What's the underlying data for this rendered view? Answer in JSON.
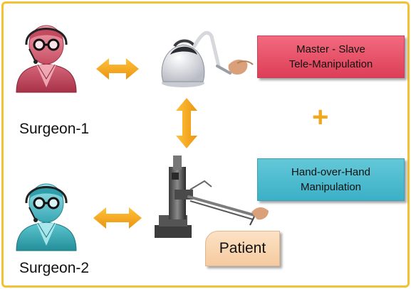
{
  "surgeons": [
    {
      "label": "Surgeon-1",
      "color": "#d9667a"
    },
    {
      "label": "Surgeon-2",
      "color": "#4dbfc8"
    }
  ],
  "boxes": {
    "master_slave": {
      "line1": "Master - Slave",
      "line2": "Tele-Manipulation",
      "color": "#e84a63"
    },
    "hand_over_hand": {
      "line1": "Hand-over-Hand",
      "line2": "Manipulation",
      "color": "#45b8cb"
    }
  },
  "plus_symbol": "+",
  "patient_label": "Patient",
  "arrow_color": "#f2a81d",
  "frame_color": "#f2c230"
}
